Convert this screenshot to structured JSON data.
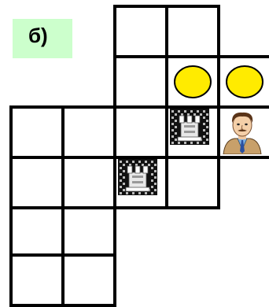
{
  "puzzle": {
    "label": "б)",
    "colors": {
      "grid": "#000000",
      "label_bg": "#ccffcc",
      "coin_fill": "#ffeb00",
      "coin_stroke": "#000000"
    },
    "cells": [
      {
        "row": 0,
        "col": 2
      },
      {
        "row": 0,
        "col": 3
      },
      {
        "row": 1,
        "col": 2
      },
      {
        "row": 1,
        "col": 3
      },
      {
        "row": 1,
        "col": 4
      },
      {
        "row": 2,
        "col": 0
      },
      {
        "row": 2,
        "col": 1
      },
      {
        "row": 2,
        "col": 2
      },
      {
        "row": 2,
        "col": 3
      },
      {
        "row": 2,
        "col": 4
      },
      {
        "row": 3,
        "col": 0
      },
      {
        "row": 3,
        "col": 1
      },
      {
        "row": 3,
        "col": 2
      },
      {
        "row": 3,
        "col": 3
      },
      {
        "row": 4,
        "col": 0
      },
      {
        "row": 4,
        "col": 1
      },
      {
        "row": 5,
        "col": 0
      },
      {
        "row": 5,
        "col": 1
      }
    ],
    "pieces": [
      {
        "type": "coin",
        "icon": "gold-coin-icon",
        "row": 1,
        "col": 3
      },
      {
        "type": "coin",
        "icon": "gold-coin-icon",
        "row": 1,
        "col": 4
      },
      {
        "type": "rook",
        "icon": "rook-tower-icon",
        "row": 2,
        "col": 3
      },
      {
        "type": "man",
        "icon": "man-portrait-icon",
        "row": 2,
        "col": 4
      },
      {
        "type": "rook",
        "icon": "rook-tower-icon",
        "row": 3,
        "col": 2
      }
    ]
  }
}
